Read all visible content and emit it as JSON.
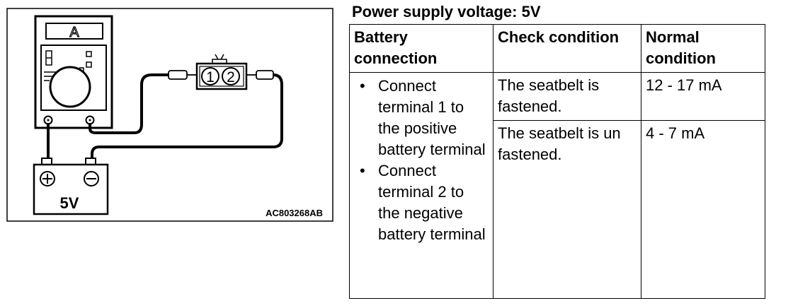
{
  "diagram": {
    "meter_display_symbol": "A",
    "meter_icon": "ammeter-icon",
    "connector_terminals": [
      "1",
      "2"
    ],
    "battery_positive_symbol": "+",
    "battery_negative_symbol": "−",
    "battery_label": "5V",
    "figure_code": "AC803268AB"
  },
  "title": "Power supply voltage: 5V",
  "table": {
    "headers": [
      "Battery connection",
      "Check condition",
      "Normal condition"
    ],
    "battery_connection": [
      "Connect terminal 1 to the positive battery terminal",
      "Connect terminal 2 to the negative battery terminal"
    ],
    "rows": [
      {
        "check_condition": "The seatbelt is fastened.",
        "normal_condition": "12 - 17 mA"
      },
      {
        "check_condition": "The seatbelt is un fastened.",
        "normal_condition": "4 - 7 mA"
      }
    ]
  }
}
